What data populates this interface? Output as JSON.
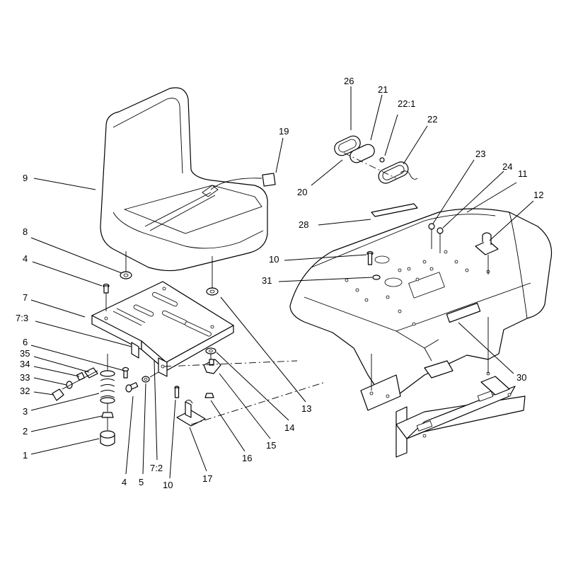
{
  "callouts": {
    "c1": "1",
    "c2": "2",
    "c3": "3",
    "c4a": "4",
    "c4b": "4",
    "c5": "5",
    "c6": "6",
    "c7": "7",
    "c7_2": "7:2",
    "c7_3": "7:3",
    "c8": "8",
    "c9": "9",
    "c10a": "10",
    "c10b": "10",
    "c11": "11",
    "c12": "12",
    "c13": "13",
    "c14": "14",
    "c15": "15",
    "c16": "16",
    "c17": "17",
    "c19": "19",
    "c20": "20",
    "c21": "21",
    "c22": "22",
    "c22_1": "22:1",
    "c23": "23",
    "c24": "24",
    "c26": "26",
    "c28": "28",
    "c30": "30",
    "c31": "31",
    "c32": "32",
    "c33": "33",
    "c34": "34",
    "c35": "35"
  }
}
